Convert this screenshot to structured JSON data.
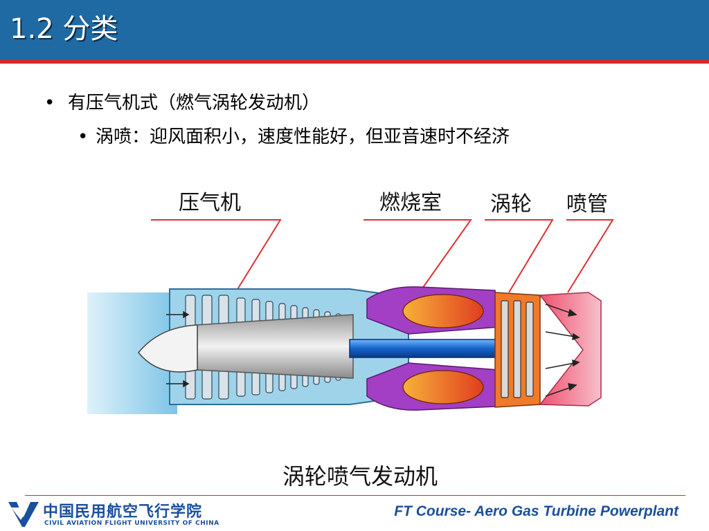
{
  "slide": {
    "title": "1.2  分类",
    "bullets": [
      {
        "marker": "•",
        "text": "有压气机式（燃气涡轮发动机）"
      },
      {
        "marker": "•",
        "text": "涡喷：迎风面积小，速度性能好，但亚音速时不经济"
      }
    ]
  },
  "diagram": {
    "labels": {
      "compressor": "压气机",
      "combustor": "燃烧室",
      "turbine": "涡轮",
      "nozzle": "喷管"
    },
    "caption": "涡轮喷气发动机"
  },
  "footer": {
    "school_cn": "中国民用航空飞行学院",
    "school_en": "CIVIL AVIATION FLIGHT UNIVERSITY OF CHINA",
    "course": "FT Course- Aero Gas Turbine Powerplant"
  },
  "colors": {
    "header": "#1f6aa3",
    "accent_red": "#d42a2a",
    "brand_blue": "#1a4f9c"
  }
}
